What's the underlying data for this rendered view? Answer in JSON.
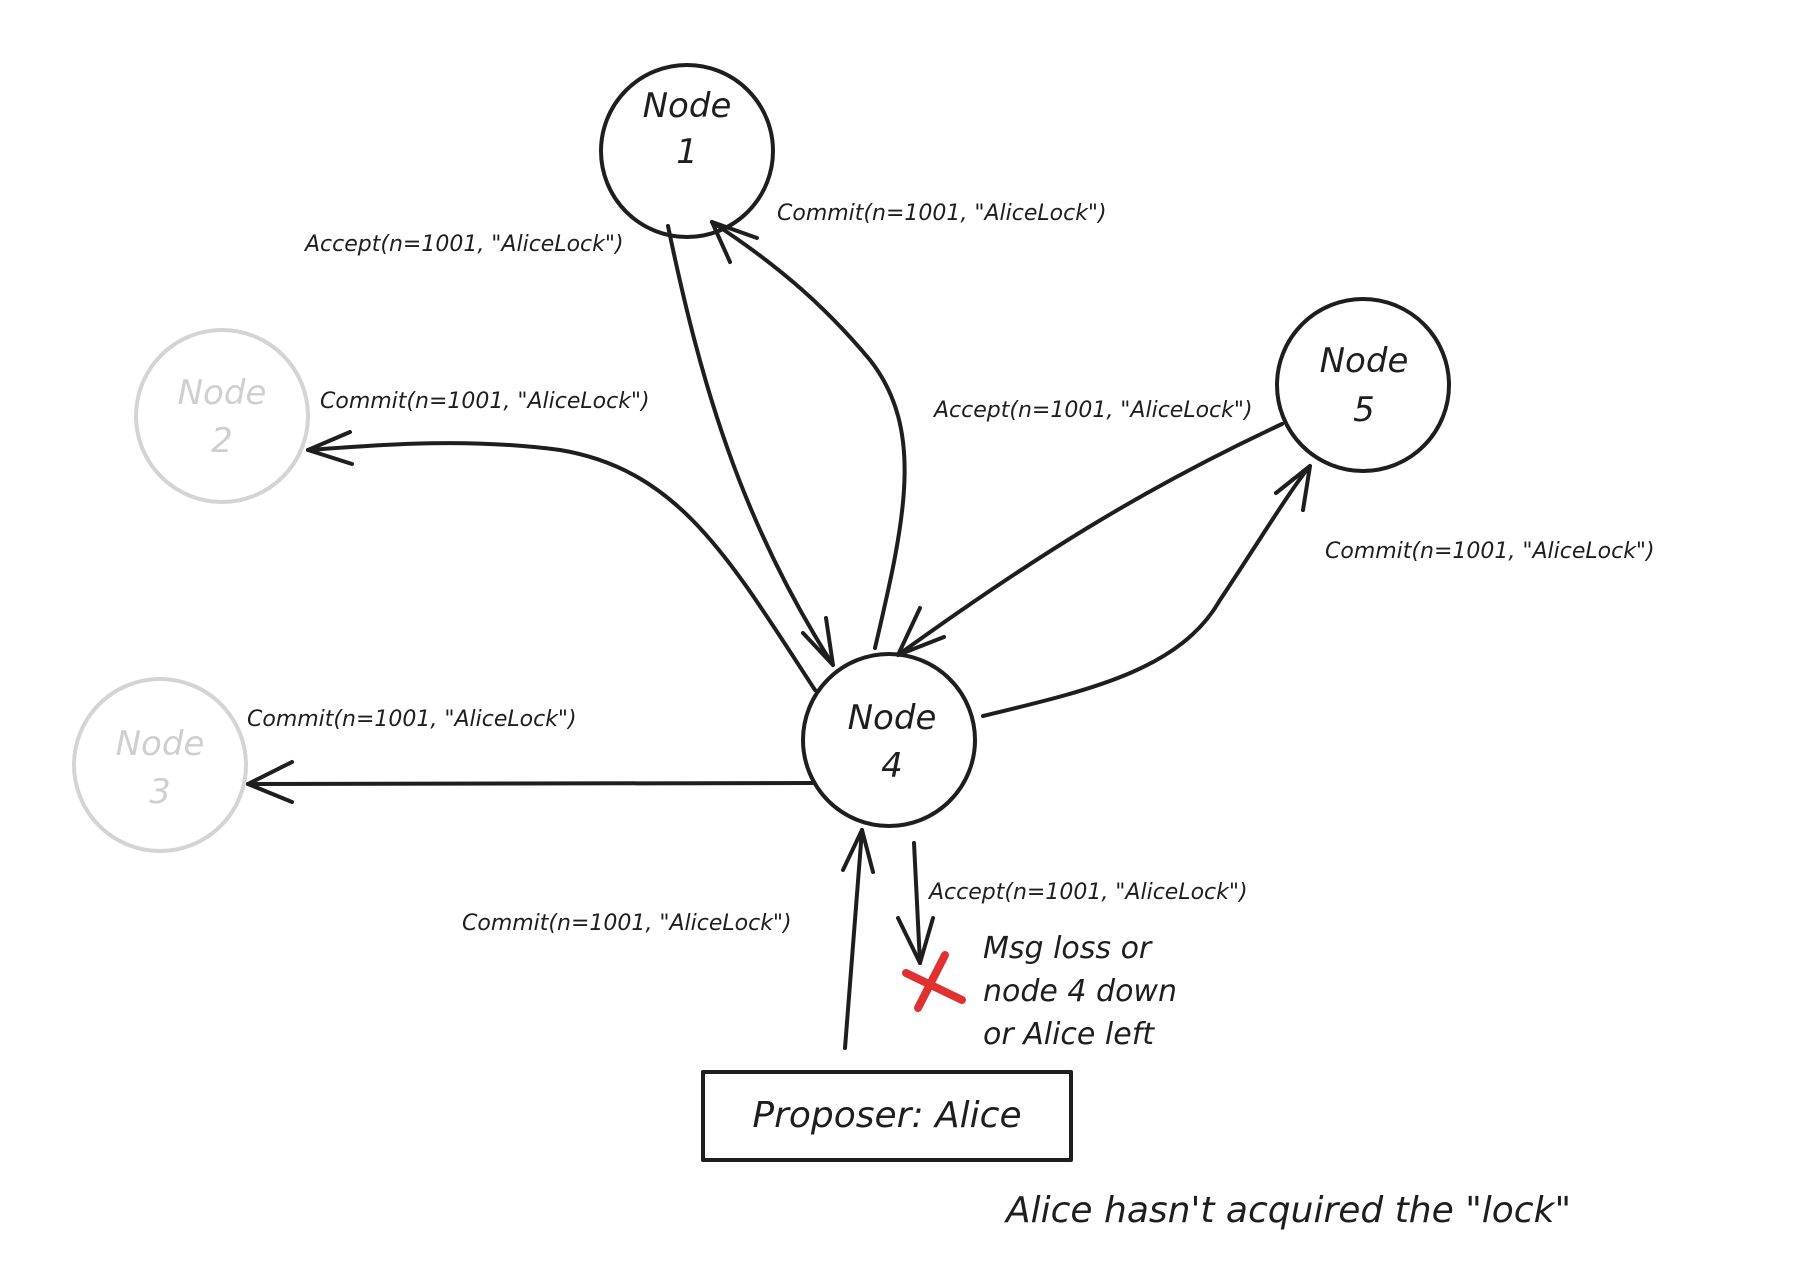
{
  "colors": {
    "ink": "#1e1e1e",
    "faded": "#d0d0d0",
    "error": "#e03131",
    "background": "#ffffff"
  },
  "nodes": [
    {
      "id": "n1",
      "line1": "Node",
      "line2": "1",
      "state": "active"
    },
    {
      "id": "n2",
      "line1": "Node",
      "line2": "2",
      "state": "faded"
    },
    {
      "id": "n3",
      "line1": "Node",
      "line2": "3",
      "state": "faded"
    },
    {
      "id": "n4",
      "line1": "Node",
      "line2": "4",
      "state": "active"
    },
    {
      "id": "n5",
      "line1": "Node",
      "line2": "5",
      "state": "active"
    }
  ],
  "edges": [
    {
      "from": "n1",
      "to": "n4",
      "label": "Accept(n=1001, \"AliceLock\")"
    },
    {
      "from": "n4",
      "to": "n1",
      "label": "Commit(n=1001, \"AliceLock\")"
    },
    {
      "from": "n4",
      "to": "n2",
      "label": "Commit(n=1001, \"AliceLock\")"
    },
    {
      "from": "n5",
      "to": "n4",
      "label": "Accept(n=1001, \"AliceLock\")"
    },
    {
      "from": "n4",
      "to": "n5",
      "label": "Commit(n=1001, \"AliceLock\")"
    },
    {
      "from": "n4",
      "to": "n3",
      "label": "Commit(n=1001, \"AliceLock\")"
    },
    {
      "from": "proposer",
      "to": "n4",
      "label": "Commit(n=1001, \"AliceLock\")"
    },
    {
      "from": "n4",
      "to": "lost",
      "label": "Accept(n=1001, \"AliceLock\")"
    }
  ],
  "failure_note": {
    "icon": "x-mark",
    "lines": [
      "Msg loss or",
      "node 4 down",
      "or Alice left"
    ]
  },
  "proposer": {
    "label": "Proposer: Alice"
  },
  "conclusion": "Alice hasn't acquired the \"lock\""
}
